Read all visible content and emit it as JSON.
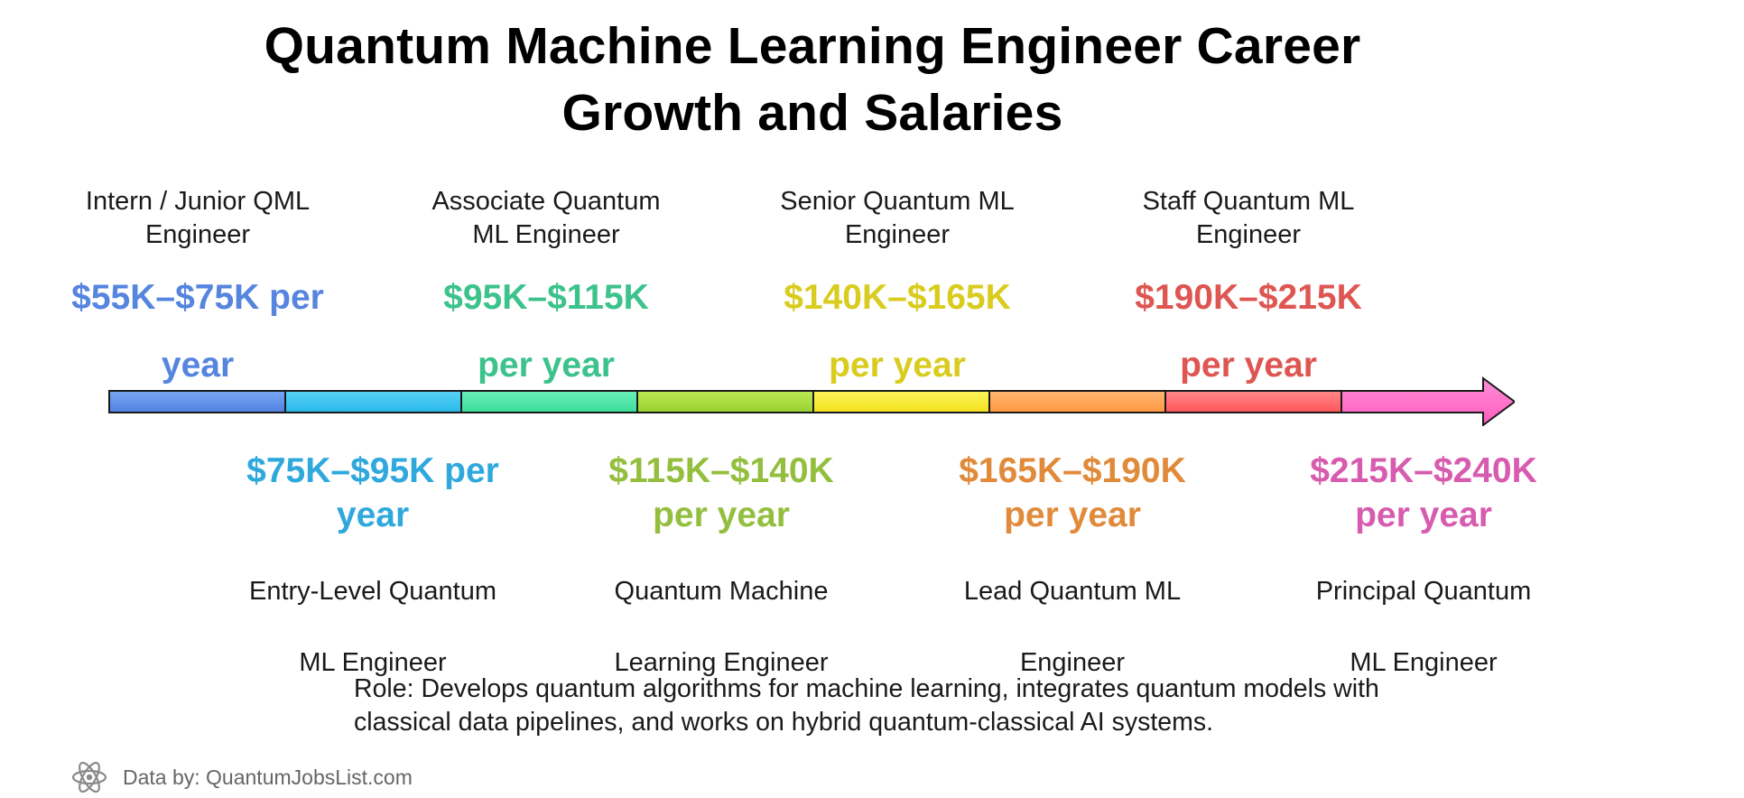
{
  "title": {
    "line1": "Quantum Machine Learning Engineer Career",
    "line2": "Growth and Salaries"
  },
  "stages": [
    {
      "role_line1": "Intern / Junior QML",
      "role_line2": "Engineer",
      "salary_line1": "$55K–$75K per",
      "salary_line2": "year",
      "color": "#5585DE",
      "bar_color": "#5C8FE8",
      "position": "above"
    },
    {
      "role_line1": "Entry-Level Quantum",
      "role_line2": "ML Engineer",
      "salary_line1": "$75K–$95K per",
      "salary_line2": "year",
      "color": "#2EA8DD",
      "bar_color": "#36C4F0",
      "position": "below"
    },
    {
      "role_line1": "Associate Quantum",
      "role_line2": "ML Engineer",
      "salary_line1": "$95K–$115K",
      "salary_line2": "per year",
      "color": "#3CC28B",
      "bar_color": "#4CE6A6",
      "position": "above"
    },
    {
      "role_line1": "Quantum Machine",
      "role_line2": "Learning Engineer",
      "salary_line1": "$115K–$140K",
      "salary_line2": "per year",
      "color": "#94BE3E",
      "bar_color": "#A6DC3C",
      "position": "below"
    },
    {
      "role_line1": "Senior Quantum ML",
      "role_line2": "Engineer",
      "salary_line1": "$140K–$165K",
      "salary_line2": "per year",
      "color": "#D9CC1E",
      "bar_color": "#F8EA26",
      "position": "above"
    },
    {
      "role_line1": "Lead Quantum ML",
      "role_line2": "Engineer",
      "salary_line1": "$165K–$190K",
      "salary_line2": "per year",
      "color": "#E08A3A",
      "bar_color": "#FFA24E",
      "position": "below"
    },
    {
      "role_line1": "Staff Quantum ML",
      "role_line2": "Engineer",
      "salary_line1": "$190K–$215K",
      "salary_line2": "per year",
      "color": "#DE5652",
      "bar_color": "#FF6468",
      "position": "above"
    },
    {
      "role_line1": "Principal Quantum",
      "role_line2": "ML Engineer",
      "salary_line1": "$215K–$240K",
      "salary_line2": "per year",
      "color": "#D75BAE",
      "bar_color": "#FF6BC8",
      "position": "below"
    }
  ],
  "description": {
    "line1": "Role: Develops quantum algorithms for machine learning, integrates quantum models with",
    "line2": "classical data pipelines, and works on hybrid quantum-classical AI systems."
  },
  "credit": {
    "icon": "atom-icon",
    "text": "Data by: QuantumJobsList.com"
  }
}
